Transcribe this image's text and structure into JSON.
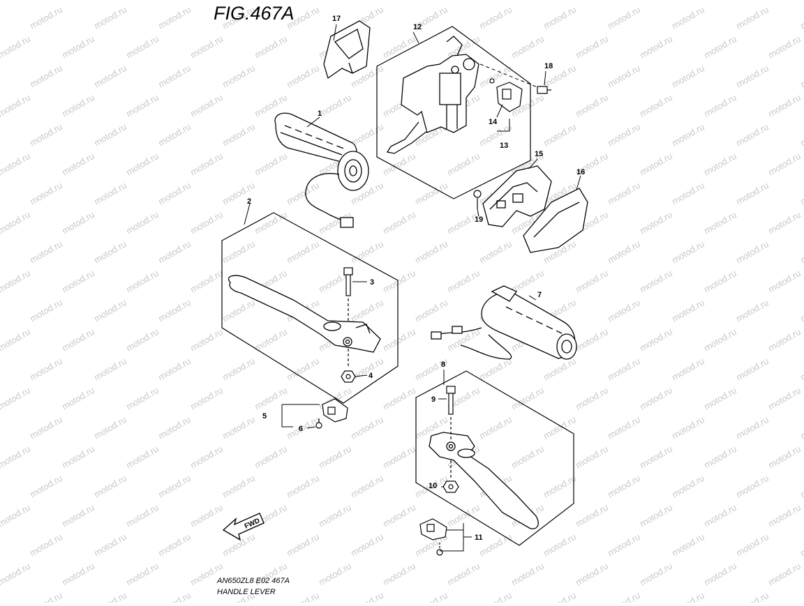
{
  "figure": {
    "title": "FIG.467A",
    "model_code": "AN650ZL8  E02  467A",
    "section_name": "HANDLE LEVER",
    "watermark_text": "motod.ru",
    "direction_label": "FWD"
  },
  "callouts": [
    {
      "id": "c1",
      "text": "1"
    },
    {
      "id": "c2",
      "text": "2"
    },
    {
      "id": "c3",
      "text": "3"
    },
    {
      "id": "c4",
      "text": "4"
    },
    {
      "id": "c5",
      "text": "5"
    },
    {
      "id": "c6",
      "text": "6"
    },
    {
      "id": "c7",
      "text": "7"
    },
    {
      "id": "c8",
      "text": "8"
    },
    {
      "id": "c9",
      "text": "9"
    },
    {
      "id": "c10",
      "text": "10"
    },
    {
      "id": "c11",
      "text": "11"
    },
    {
      "id": "c12",
      "text": "12"
    },
    {
      "id": "c13",
      "text": "13"
    },
    {
      "id": "c14",
      "text": "14"
    },
    {
      "id": "c15",
      "text": "15"
    },
    {
      "id": "c16",
      "text": "16"
    },
    {
      "id": "c17",
      "text": "17"
    },
    {
      "id": "c18",
      "text": "18"
    },
    {
      "id": "c19",
      "text": "19"
    }
  ],
  "colors": {
    "line": "#000000",
    "watermark": "#c8c8c8",
    "background": "#ffffff"
  }
}
